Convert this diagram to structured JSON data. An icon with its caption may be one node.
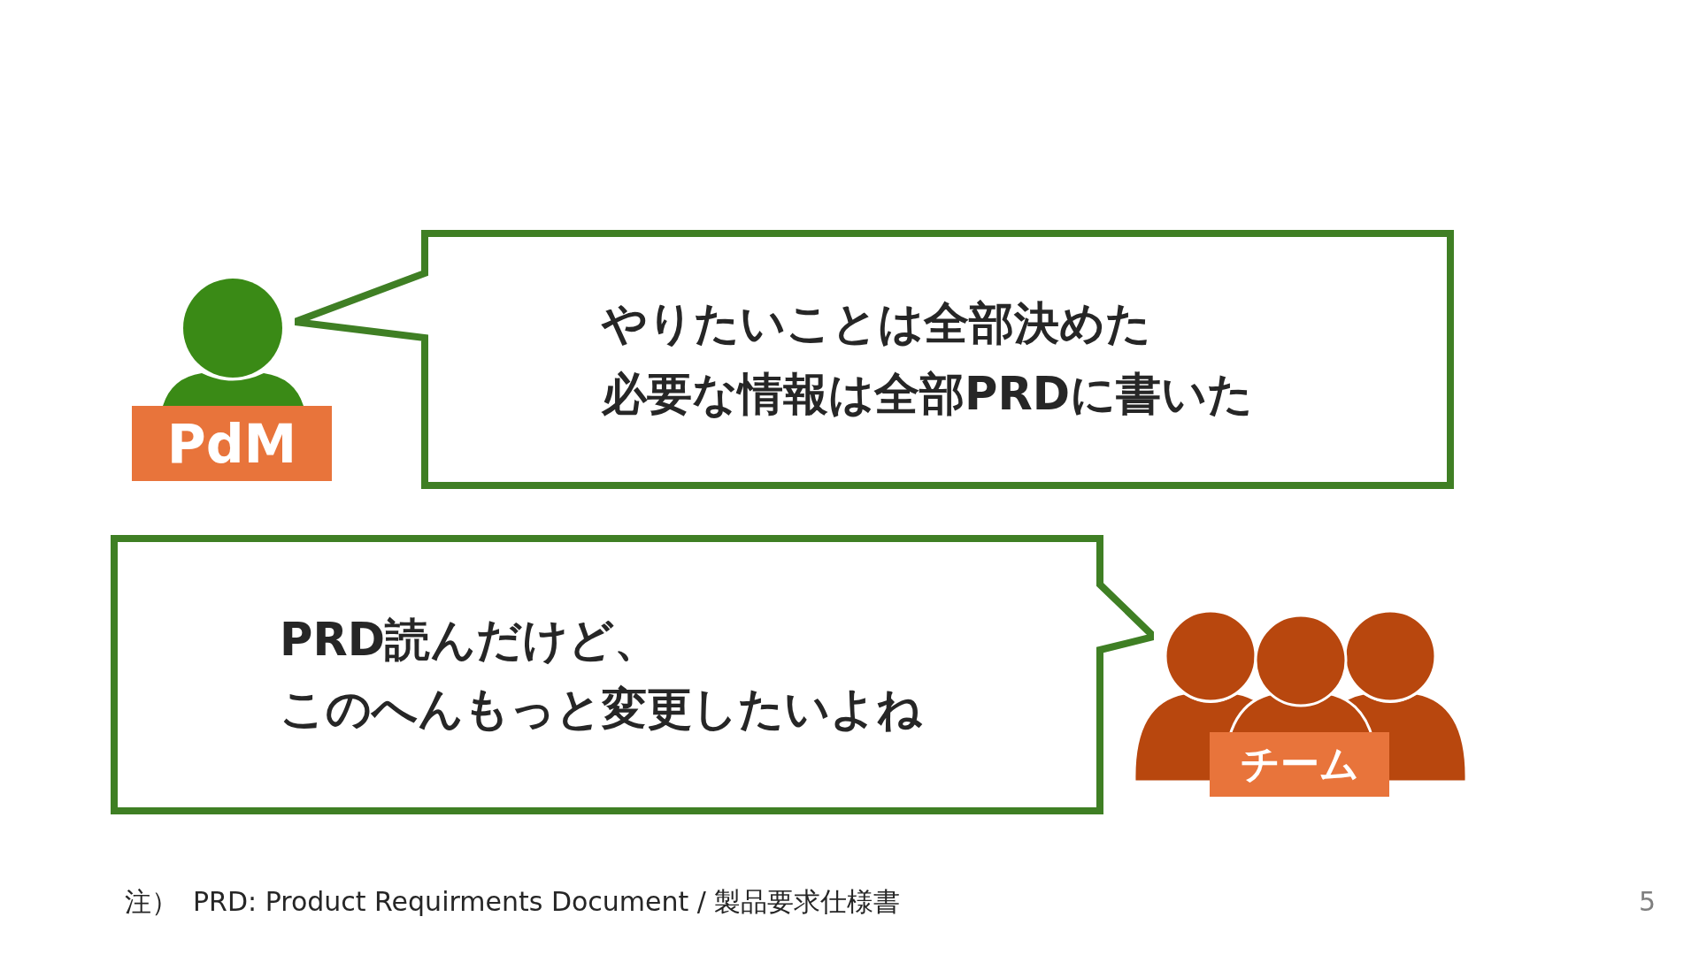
{
  "diagram": {
    "nodes": [
      {
        "text": [
          "PdM"
        ]
      },
      {
        "text": [
          "やりたいことは全部決めた",
          "必要な情報は全部PRDに書いた"
        ]
      },
      {
        "text": [
          "PRD読んだけど、",
          "このへんもっと変更したいよね"
        ]
      },
      {
        "text": [
          "チーム"
        ]
      }
    ],
    "edges": [],
    "labels": [
      "注）",
      "PRD: Product Requirments Document / 製品要求仕様書",
      "5"
    ]
  }
}
